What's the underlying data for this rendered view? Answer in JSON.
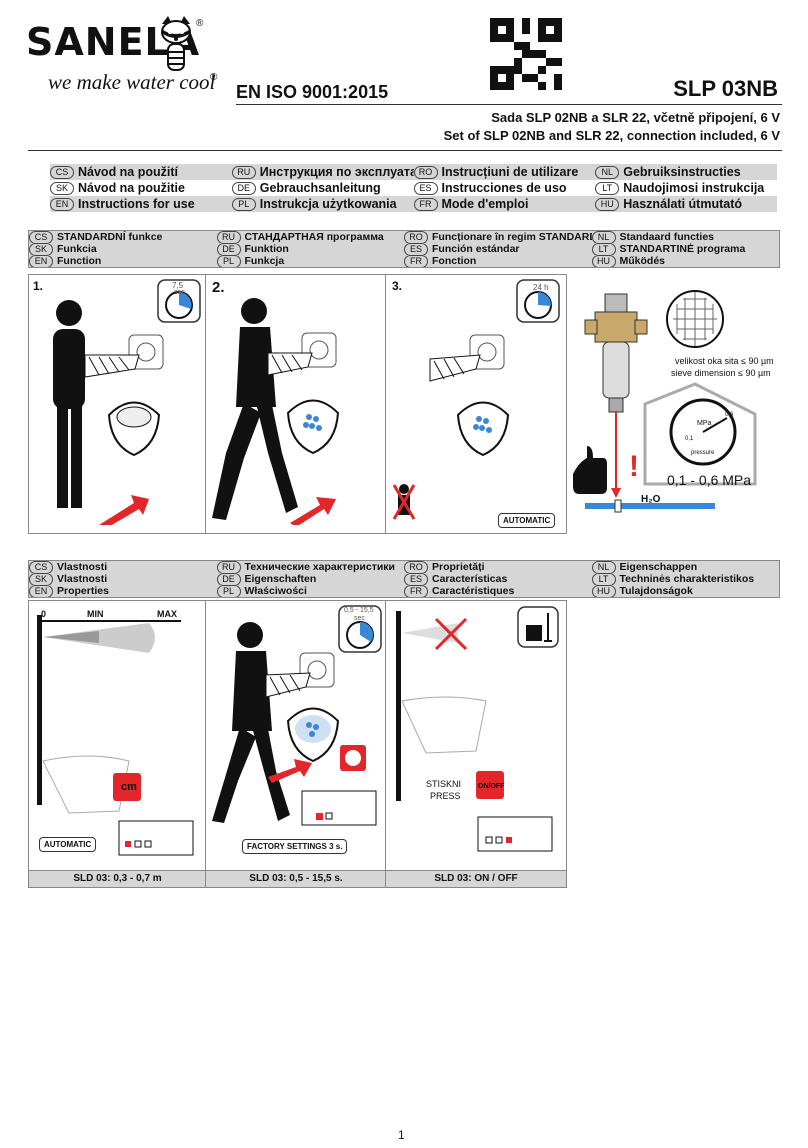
{
  "brand": {
    "logo": "SANELA",
    "tagline": "we make water cool",
    "reg": "®"
  },
  "iso": "EN ISO 9001:2015",
  "model": "SLP 03NB",
  "subtitle_cs": "Sada SLP 02NB a SLR 22, včetně připojení, 6 V",
  "subtitle_en": "Set of SLP 02NB and SLR 22, connection included, 6 V",
  "languages": [
    [
      {
        "code": "CS",
        "text": "Návod na použití"
      },
      {
        "code": "RU",
        "text": "Инструкция по эксплуатации"
      },
      {
        "code": "RO",
        "text": "Instrucțiuni de utilizare"
      },
      {
        "code": "NL",
        "text": "Gebruiksinstructies"
      }
    ],
    [
      {
        "code": "SK",
        "text": "Návod na použitie"
      },
      {
        "code": "DE",
        "text": "Gebrauchsanleitung"
      },
      {
        "code": "ES",
        "text": "Instrucciones de uso"
      },
      {
        "code": "LT",
        "text": "Naudojimosi instrukcija"
      }
    ],
    [
      {
        "code": "EN",
        "text": "Instructions for use"
      },
      {
        "code": "PL",
        "text": "Instrukcja użytkowania"
      },
      {
        "code": "FR",
        "text": "Mode d'emploi"
      },
      {
        "code": "HU",
        "text": "Használati útmutató"
      }
    ]
  ],
  "function_head": [
    [
      {
        "code": "CS",
        "text": "STANDARDNÍ funkce"
      },
      {
        "code": "RU",
        "text": "СТАНДАРТНАЯ программа"
      },
      {
        "code": "RO",
        "text": "Funcționare în regim STANDARD"
      },
      {
        "code": "NL",
        "text": "Standaard functies"
      }
    ],
    [
      {
        "code": "SK",
        "text": "Funkcia"
      },
      {
        "code": "DE",
        "text": "Funktion"
      },
      {
        "code": "ES",
        "text": "Función estándar"
      },
      {
        "code": "LT",
        "text": "STANDARTINĖ programa"
      }
    ],
    [
      {
        "code": "EN",
        "text": "Function"
      },
      {
        "code": "PL",
        "text": "Funkcja"
      },
      {
        "code": "FR",
        "text": "Fonction"
      },
      {
        "code": "HU",
        "text": "Működés"
      }
    ]
  ],
  "properties_head": [
    [
      {
        "code": "CS",
        "text": "Vlastnosti"
      },
      {
        "code": "RU",
        "text": "Технические характеристики"
      },
      {
        "code": "RO",
        "text": "Proprietăți"
      },
      {
        "code": "NL",
        "text": "Eigenschappen"
      }
    ],
    [
      {
        "code": "SK",
        "text": "Vlastnosti"
      },
      {
        "code": "DE",
        "text": "Eigenschaften"
      },
      {
        "code": "ES",
        "text": "Características"
      },
      {
        "code": "LT",
        "text": "Techninės charakteristikos"
      }
    ],
    [
      {
        "code": "EN",
        "text": "Properties"
      },
      {
        "code": "PL",
        "text": "Właściwości"
      },
      {
        "code": "FR",
        "text": "Caractéristiques"
      },
      {
        "code": "HU",
        "text": "Tulajdonságok"
      }
    ]
  ],
  "steps": {
    "s1": "1.",
    "s2": "2.",
    "s3": "3.",
    "timer1": "7,5",
    "timer1_unit": "sec",
    "timer3": "24 h",
    "automatic": "AUTOMATIC"
  },
  "filter": {
    "sieve_cs": "velikost oka sita ≤ 90 µm",
    "sieve_en": "sieve dimension ≤ 90 µm",
    "gauge_unit": "MPa",
    "gauge_pressure": "pressure",
    "gauge_tick1": "0,6",
    "gauge_tick2": "0,1",
    "pressure": "0,1 - 0,6 MPa",
    "h2o": "H₂O",
    "warn": "!"
  },
  "props": {
    "scale0": "0",
    "scale_min": "MIN",
    "scale_max": "MAX",
    "cm": "cm",
    "automatic": "AUTOMATIC",
    "timer": "0,5 - 15,5",
    "timer_unit": "sec",
    "factory": "FACTORY SETTINGS 3 s.",
    "press_cs": "STISKNI",
    "press_en": "PRESS",
    "onoff": "ON/OFF",
    "foot1": "SLD 03: 0,3 - 0,7 m",
    "foot2": "SLD 03: 0,5 - 15,5 s.",
    "foot3": "SLD 03: ON / OFF"
  },
  "page_number": "1",
  "colors": {
    "accent_red": "#e2262a",
    "blue": "#3a87d8",
    "grey": "#d6d6d6"
  }
}
